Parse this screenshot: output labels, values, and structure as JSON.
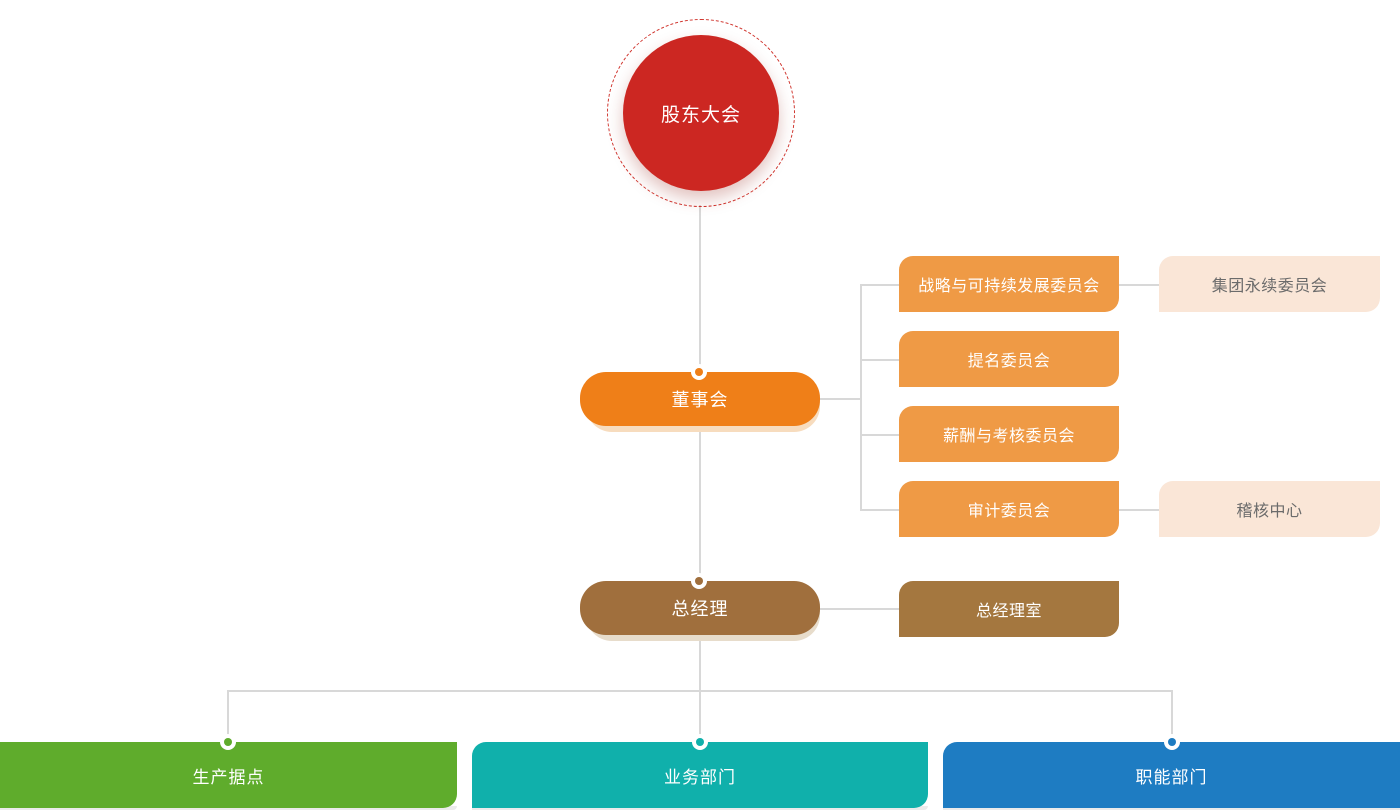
{
  "chart_data": {
    "type": "diagram",
    "title": "",
    "subtype": "organizational-chart"
  },
  "palette": {
    "shareholders_red": "#CC2722",
    "board_orange": "#EF7F18",
    "committee_orange": "#EF9A45",
    "peach_light": "#FAE6D7",
    "manager_brown": "#A06F3D",
    "production_green": "#5FAC2C",
    "business_teal": "#10B0AB",
    "function_blue": "#1E7CC2",
    "line_gray": "#D8D8D8",
    "peach_text_gray": "#6B6B6B"
  },
  "nodes": {
    "shareholders_meeting": "股东大会",
    "board_of_directors": "董事会",
    "general_manager": "总经理",
    "general_manager_office": "总经理室"
  },
  "committees": [
    {
      "label": "战略与可持续发展委员会"
    },
    {
      "label": "提名委员会"
    },
    {
      "label": "薪酬与考核委员会"
    },
    {
      "label": "审计委员会"
    }
  ],
  "sub_units": [
    {
      "label": "集团永续委员会"
    },
    {
      "label": "稽核中心"
    }
  ],
  "departments": [
    {
      "label": "生产据点"
    },
    {
      "label": "业务部门"
    },
    {
      "label": "职能部门"
    }
  ]
}
